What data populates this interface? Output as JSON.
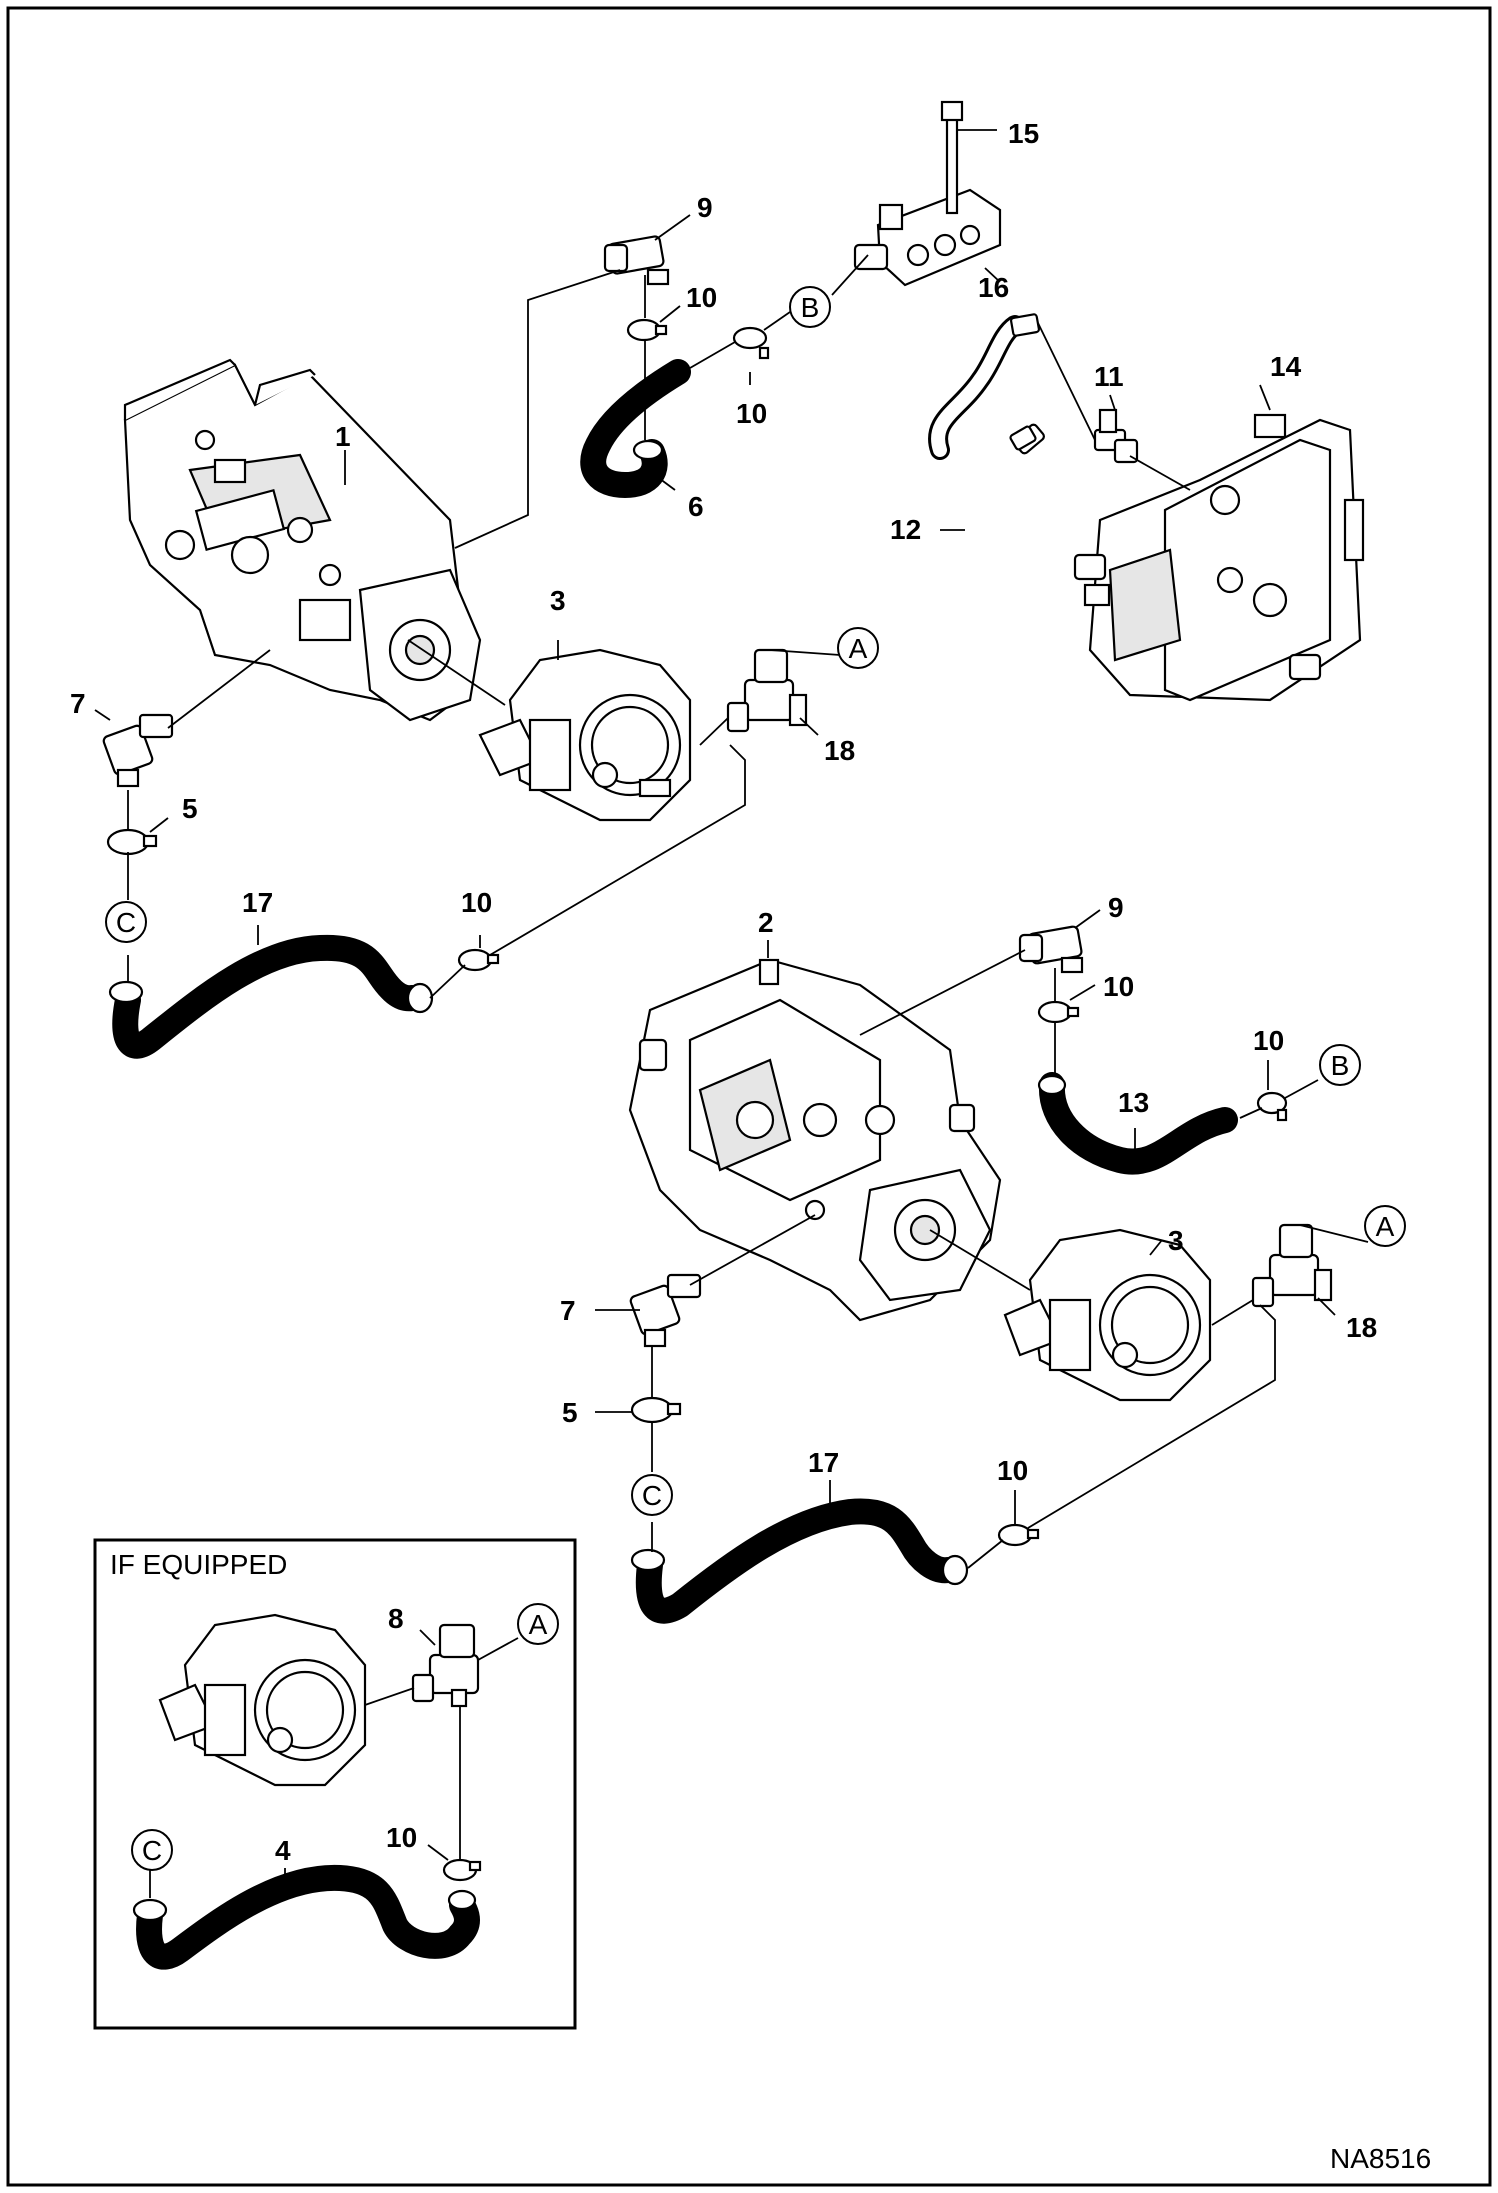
{
  "figure_code": "NA8516",
  "inset_title": "IF EQUIPPED",
  "part_numbers": {
    "p1": "1",
    "p2": "2",
    "p3a": "3",
    "p3b": "3",
    "p4": "4",
    "p5a": "5",
    "p5b": "5",
    "p6": "6",
    "p7a": "7",
    "p7b": "7",
    "p8": "8",
    "p9a": "9",
    "p9b": "9",
    "p10a": "10",
    "p10b": "10",
    "p10c": "10",
    "p10d": "10",
    "p10e": "10",
    "p10f": "10",
    "p10g": "10",
    "p11": "11",
    "p12": "12",
    "p13": "13",
    "p14": "14",
    "p15": "15",
    "p16": "16",
    "p17a": "17",
    "p17b": "17",
    "p18a": "18",
    "p18b": "18"
  },
  "connectors": {
    "A1": "A",
    "A2": "A",
    "A3": "A",
    "B1": "B",
    "B2": "B",
    "C1": "C",
    "C2": "C",
    "C3": "C"
  }
}
